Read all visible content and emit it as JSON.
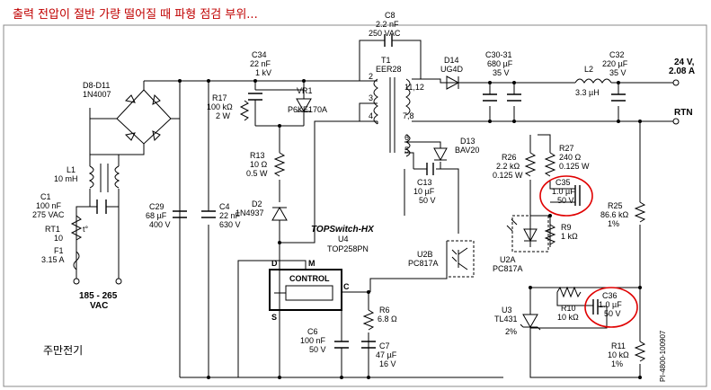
{
  "title": "출력 전압이 절반 가량 떨어질 때 파형 점검 부위...",
  "watermark": "주만전기",
  "drawing_id": "PI-4800-100907",
  "input_label": {
    "line1": "185 - 265",
    "line2": "VAC"
  },
  "output": {
    "voltage": "24 V,",
    "current": "2.08 A",
    "return": "RTN"
  },
  "ic": {
    "family": "TOPSwitch-HX",
    "ref": "U4",
    "part": "TOP258PN",
    "block": "CONTROL",
    "pin_d": "D",
    "pin_m": "M",
    "pin_s": "S",
    "pin_c": "C"
  },
  "transformer": {
    "ref": "T1",
    "part": "EER28",
    "pins": [
      "2",
      "3",
      "4",
      "11,12",
      "7,8",
      "6",
      "5"
    ]
  },
  "components": {
    "d8": [
      "D8-D11",
      "1N4007"
    ],
    "l1": [
      "L1",
      "10 mH"
    ],
    "c1": [
      "C1",
      "100 nF",
      "275 VAC"
    ],
    "rt1": [
      "RT1",
      "10",
      "t°"
    ],
    "f1": [
      "F1",
      "3.15 A"
    ],
    "c29": [
      "C29",
      "68 µF",
      "400 V"
    ],
    "c4": [
      "C4",
      "22 nF",
      "630 V"
    ],
    "c34": [
      "C34",
      "22 nF",
      "1 kV"
    ],
    "r17": [
      "R17",
      "100 kΩ",
      "2 W"
    ],
    "vr1": [
      "VR1",
      "P6KE170A"
    ],
    "r13": [
      "R13",
      "10 Ω",
      "0.5 W"
    ],
    "d2": [
      "D2",
      "1N4937"
    ],
    "c8": [
      "C8",
      "2.2 nF",
      "250 VAC"
    ],
    "d14": [
      "D14",
      "UG4D"
    ],
    "c3031": [
      "C30-31",
      "680 µF",
      "35 V"
    ],
    "l2": [
      "L2",
      "3.3 µH"
    ],
    "c32": [
      "C32",
      "220 µF",
      "35 V"
    ],
    "d13": [
      "D13",
      "BAV20"
    ],
    "c13": [
      "C13",
      "10 µF",
      "50 V"
    ],
    "r26": [
      "R26",
      "2.2 kΩ",
      "0.125 W"
    ],
    "r27": [
      "R27",
      "240 Ω",
      "0.125 W"
    ],
    "c35": [
      "C35",
      "1.0 µF",
      "50 V"
    ],
    "r25": [
      "R25",
      "86.6 kΩ",
      "1%"
    ],
    "r9": [
      "R9",
      "1 kΩ"
    ],
    "u2a": [
      "U2A",
      "PC817A"
    ],
    "u2b": [
      "U2B",
      "PC817A"
    ],
    "r6": [
      "R6",
      "6.8 Ω"
    ],
    "c6": [
      "C6",
      "100 nF",
      "50 V"
    ],
    "c7": [
      "C7",
      "47 µF",
      "16 V"
    ],
    "r10": [
      "R10",
      "10 kΩ"
    ],
    "c36": [
      "C36",
      "1.0 µF",
      "50 V"
    ],
    "u3": [
      "U3",
      "TL431",
      "2%"
    ],
    "r11": [
      "R11",
      "10 kΩ",
      "1%"
    ]
  },
  "colors": {
    "highlight": "#e00000",
    "title": "#c00000",
    "wire": "#000000"
  }
}
